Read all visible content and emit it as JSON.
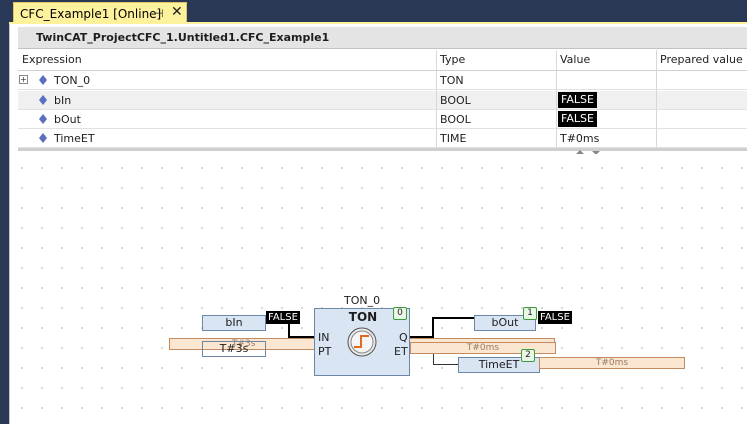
{
  "tab": {
    "title": "CFC_Example1 [Online]",
    "pin_glyph": "⊣",
    "close_glyph": "✕"
  },
  "path": "TwinCAT_ProjectCFC_1.Untitled1.CFC_Example1",
  "watch": {
    "columns": [
      "Expression",
      "Type",
      "Value",
      "Prepared value"
    ],
    "rows": [
      {
        "expression": "TON_0",
        "type": "TON",
        "value": "",
        "expandable": true
      },
      {
        "expression": "bIn",
        "type": "BOOL",
        "value": "FALSE",
        "expandable": false
      },
      {
        "expression": "bOut",
        "type": "BOOL",
        "value": "FALSE",
        "expandable": false
      },
      {
        "expression": "TimeET",
        "type": "TIME",
        "value": "T#0ms",
        "expandable": false
      }
    ]
  },
  "cfc": {
    "fb_instance": "TON_0",
    "fb_type": "TON",
    "fb_order": "0",
    "pins_in": [
      "IN",
      "PT"
    ],
    "pins_out": [
      "Q",
      "ET"
    ],
    "in_var": "bIn",
    "in_value": "FALSE",
    "pt_const": "T#3s",
    "pt_value": "T#3s",
    "out_var": "bOut",
    "out_order": "1",
    "out_value": "FALSE",
    "et_value": "T#0ms",
    "et_var": "TimeET",
    "et_order": "2",
    "et_var_value": "T#0ms"
  },
  "colors": {
    "tab_bg": "#fff29d",
    "frame": "#293955",
    "block": "#d9e5f3",
    "online_value": "#000000"
  }
}
